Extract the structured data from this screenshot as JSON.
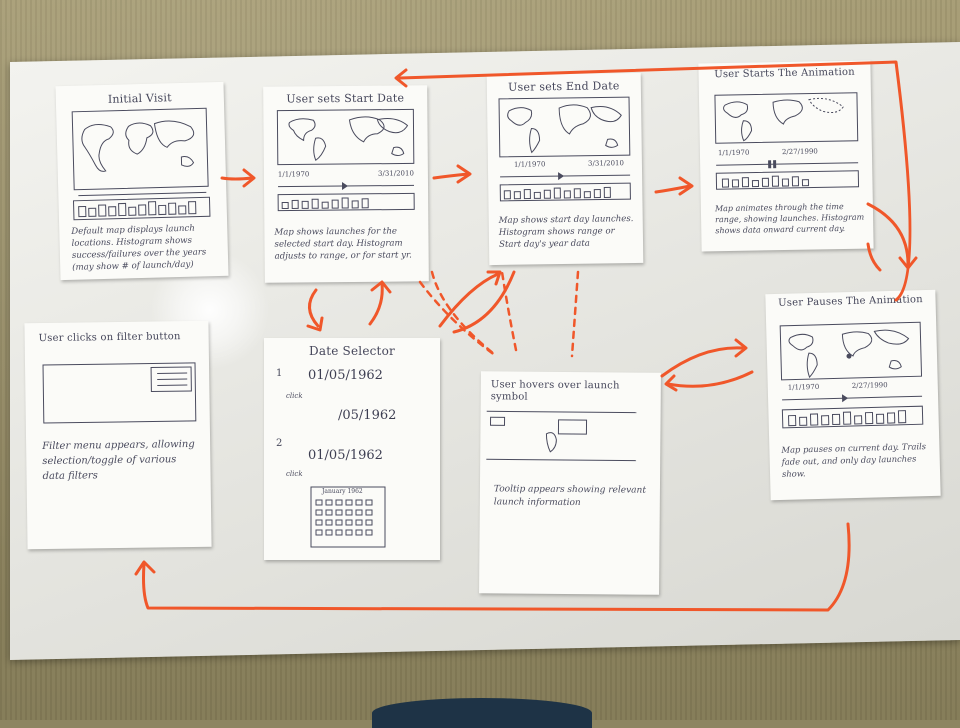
{
  "cards": [
    {
      "title": "Initial Visit",
      "description": "Default map displays launch locations. Histogram shows success/failures over the years (may show # of launch/day)"
    },
    {
      "title": "User sets Start Date",
      "description": "Map shows launches for the selected start day. Histogram adjusts to range, or for start yr.",
      "date_start": "1/1/1970",
      "date_end": "3/31/2010"
    },
    {
      "title": "User sets End Date",
      "description": "Map shows start day launches. Histogram shows range or Start day's year data",
      "date_start": "1/1/1970",
      "date_end": "3/31/2010"
    },
    {
      "title": "User Starts The Animation",
      "description": "Map animates through the time range, showing launches. Histogram shows data onward current day.",
      "date_start": "1/1/1970",
      "date_end": "2/27/1990"
    },
    {
      "title": "User clicks on filter button",
      "description": "Filter menu appears, allowing selection/toggle of various data filters"
    },
    {
      "title": "Date Selector",
      "date_1": "01/05/1962",
      "date_2": "/05/1962",
      "date_3": "01/05/1962",
      "click_label": "click",
      "step_1": "1",
      "step_2": "2",
      "cal_header": "January 1962"
    },
    {
      "title": "User hovers over launch symbol",
      "description": "Tooltip appears showing relevant launch information"
    },
    {
      "title": "User Pauses The Animation",
      "description": "Map pauses on current day. Trails fade out, and only day launches show.",
      "date_start": "1/1/1970",
      "date_end": "2/27/1990"
    }
  ],
  "colors": {
    "arrow": "#f0572a",
    "ink": "#45465a",
    "board": "#eeeeea",
    "table": "#968d66"
  }
}
